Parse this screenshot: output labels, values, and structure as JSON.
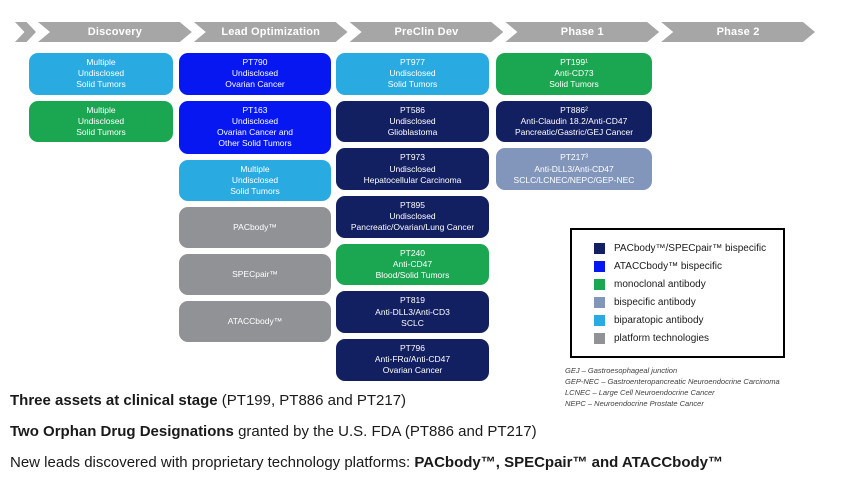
{
  "palette": {
    "navy": "#121F60",
    "blue": "#0617F2",
    "green": "#1BA751",
    "slate": "#8296BB",
    "cyan": "#29ABE2",
    "gray": "#909295",
    "header_gray": "#A6A6A6"
  },
  "stages": [
    "Discovery",
    "Lead Optimization",
    "PreClin Dev",
    "Phase 1",
    "Phase 2"
  ],
  "columns": [
    {
      "stage": "Discovery",
      "boxes": [
        {
          "color": "cyan",
          "lines": [
            "Multiple",
            "Undisclosed",
            "Solid Tumors"
          ]
        },
        {
          "color": "green",
          "lines": [
            "Multiple",
            "Undisclosed",
            "Solid Tumors"
          ]
        }
      ]
    },
    {
      "stage": "Lead Optimization",
      "boxes": [
        {
          "color": "blue",
          "lines": [
            "PT790",
            "Undisclosed",
            "Ovarian Cancer"
          ]
        },
        {
          "color": "blue",
          "lines": [
            "PT163",
            "Undisclosed",
            "Ovarian Cancer and",
            "Other Solid Tumors"
          ]
        },
        {
          "color": "cyan",
          "lines": [
            "Multiple",
            "Undisclosed",
            "Solid Tumors"
          ]
        },
        {
          "color": "gray",
          "lines": [
            "PACbody™"
          ]
        },
        {
          "color": "gray",
          "lines": [
            "SPECpair™"
          ]
        },
        {
          "color": "gray",
          "lines": [
            "ATACCbody™"
          ]
        }
      ]
    },
    {
      "stage": "PreClin Dev",
      "boxes": [
        {
          "color": "cyan",
          "lines": [
            "PT977",
            "Undisclosed",
            "Solid Tumors"
          ]
        },
        {
          "color": "navy",
          "lines": [
            "PT586",
            "Undisclosed",
            "Glioblastoma"
          ]
        },
        {
          "color": "navy",
          "lines": [
            "PT973",
            "Undisclosed",
            "Hepatocellular Carcinoma"
          ]
        },
        {
          "color": "navy",
          "lines": [
            "PT895",
            "Undisclosed",
            "Pancreatic/Ovarian/Lung Cancer"
          ]
        },
        {
          "color": "green",
          "lines": [
            "PT240",
            "Anti-CD47",
            "Blood/Solid Tumors"
          ]
        },
        {
          "color": "navy",
          "lines": [
            "PT819",
            "Anti-DLL3/Anti-CD3",
            "SCLC"
          ]
        },
        {
          "color": "navy",
          "lines": [
            "PT796",
            "Anti-FRα/Anti-CD47",
            "Ovarian Cancer"
          ]
        }
      ]
    },
    {
      "stage": "Phase 1",
      "boxes": [
        {
          "color": "green",
          "lines": [
            "PT199¹",
            "Anti-CD73",
            "Solid Tumors"
          ]
        },
        {
          "color": "navy",
          "lines": [
            "PT886²",
            "Anti-Claudin 18.2/Anti-CD47",
            "Pancreatic/Gastric/GEJ Cancer"
          ]
        },
        {
          "color": "slate",
          "lines": [
            "PT217³",
            "Anti-DLL3/Anti-CD47",
            "SCLC/LCNEC/NEPC/GEP-NEC"
          ]
        }
      ]
    },
    {
      "stage": "Phase 2",
      "boxes": []
    }
  ],
  "legend": {
    "items": [
      {
        "color": "navy",
        "label": "PACbody™/SPECpair™ bispecific"
      },
      {
        "color": "blue",
        "label": "ATACCbody™ bispecific"
      },
      {
        "color": "green",
        "label": "monoclonal antibody"
      },
      {
        "color": "slate",
        "label": "bispecific antibody"
      },
      {
        "color": "cyan",
        "label": "biparatopic antibody"
      },
      {
        "color": "gray",
        "label": "platform technologies"
      }
    ]
  },
  "footnotes": [
    "GEJ – Gastroesophageal junction",
    "GEP-NEC – Gastroenteropancreatic Neuroendocrine Carcinoma",
    "LCNEC – Large Cell Neuroendocrine Cancer",
    "NEPC – Neuroendocrine Prostate Cancer"
  ],
  "summary": {
    "line1_bold": "Three assets at clinical stage",
    "line1_rest": " (PT199, PT886 and PT217)",
    "line2_bold": "Two Orphan Drug Designations",
    "line2_rest": " granted by the U.S. FDA (PT886 and PT217)",
    "line3_prefix": "New leads discovered with proprietary technology platforms: ",
    "line3_bold": "PACbody™, SPECpair™ and ATACCbody™"
  }
}
